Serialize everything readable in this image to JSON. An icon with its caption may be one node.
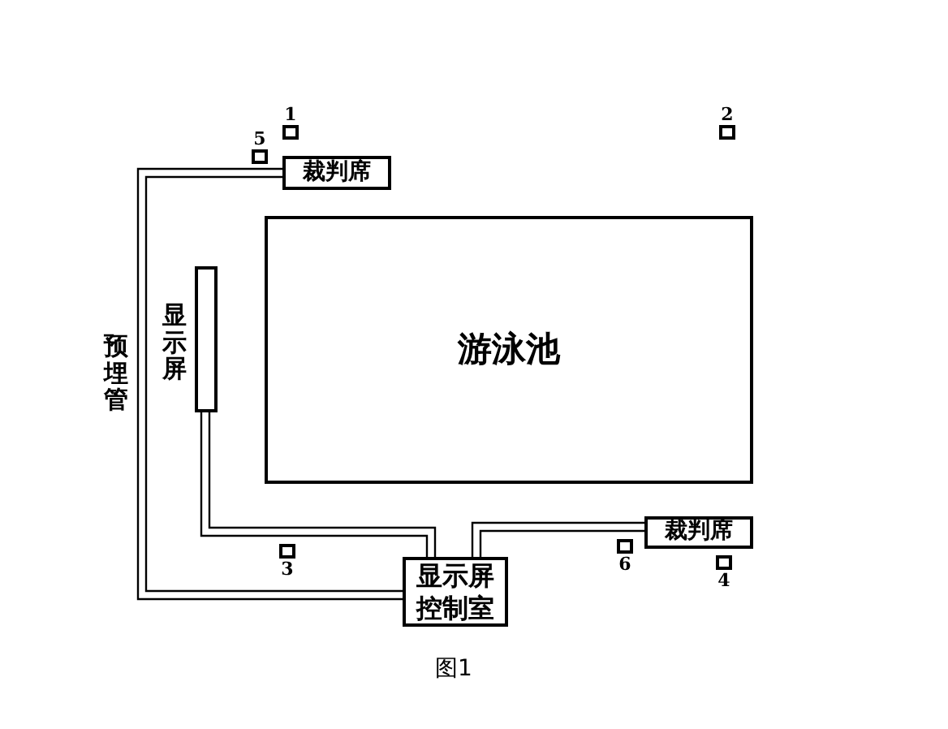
{
  "diagram": {
    "caption": "图1",
    "nodes": [
      {
        "text": [
          "游泳池"
        ]
      },
      {
        "text": [
          "裁判席"
        ]
      },
      {
        "text": [
          "显示屏"
        ]
      },
      {
        "text": [
          "显示屏控制室"
        ]
      },
      {
        "text": [
          "裁判席"
        ]
      },
      {
        "text": [],
        "shape": "box",
        "beside": [
          "1"
        ]
      },
      {
        "text": [],
        "shape": "box",
        "beside": [
          "2"
        ]
      },
      {
        "text": [],
        "shape": "box",
        "beside": [
          "3"
        ]
      },
      {
        "text": [],
        "shape": "box",
        "beside": [
          "4"
        ]
      },
      {
        "text": [],
        "shape": "box",
        "beside": [
          "5"
        ]
      },
      {
        "text": [],
        "shape": "box",
        "beside": [
          "6"
        ]
      }
    ],
    "edges": [
      {
        "from": 1,
        "to": 3,
        "arrow": "none",
        "label": "预埋管"
      },
      {
        "from": 2,
        "to": 3,
        "arrow": "none"
      },
      {
        "from": 4,
        "to": 3,
        "arrow": "none"
      }
    ]
  }
}
